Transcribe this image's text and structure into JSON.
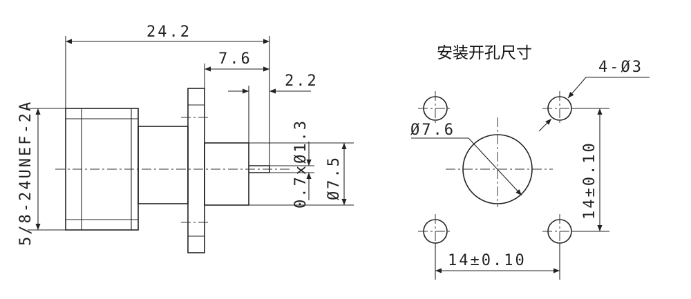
{
  "left_view": {
    "dim_overall": "24.2",
    "dim_flange": "7.6",
    "dim_pin": "2.2",
    "thread": "5/8-24UNEF-2A",
    "dim_pin_dia": "0.7xØ1.3",
    "dim_body_dia": "Ø7.5"
  },
  "right_view": {
    "title": "安装开孔尺寸",
    "holes": "4-Ø3",
    "center_hole": "Ø7.6",
    "spacing_vertical": "14±0.10",
    "spacing_horizontal": "14±0.10"
  }
}
